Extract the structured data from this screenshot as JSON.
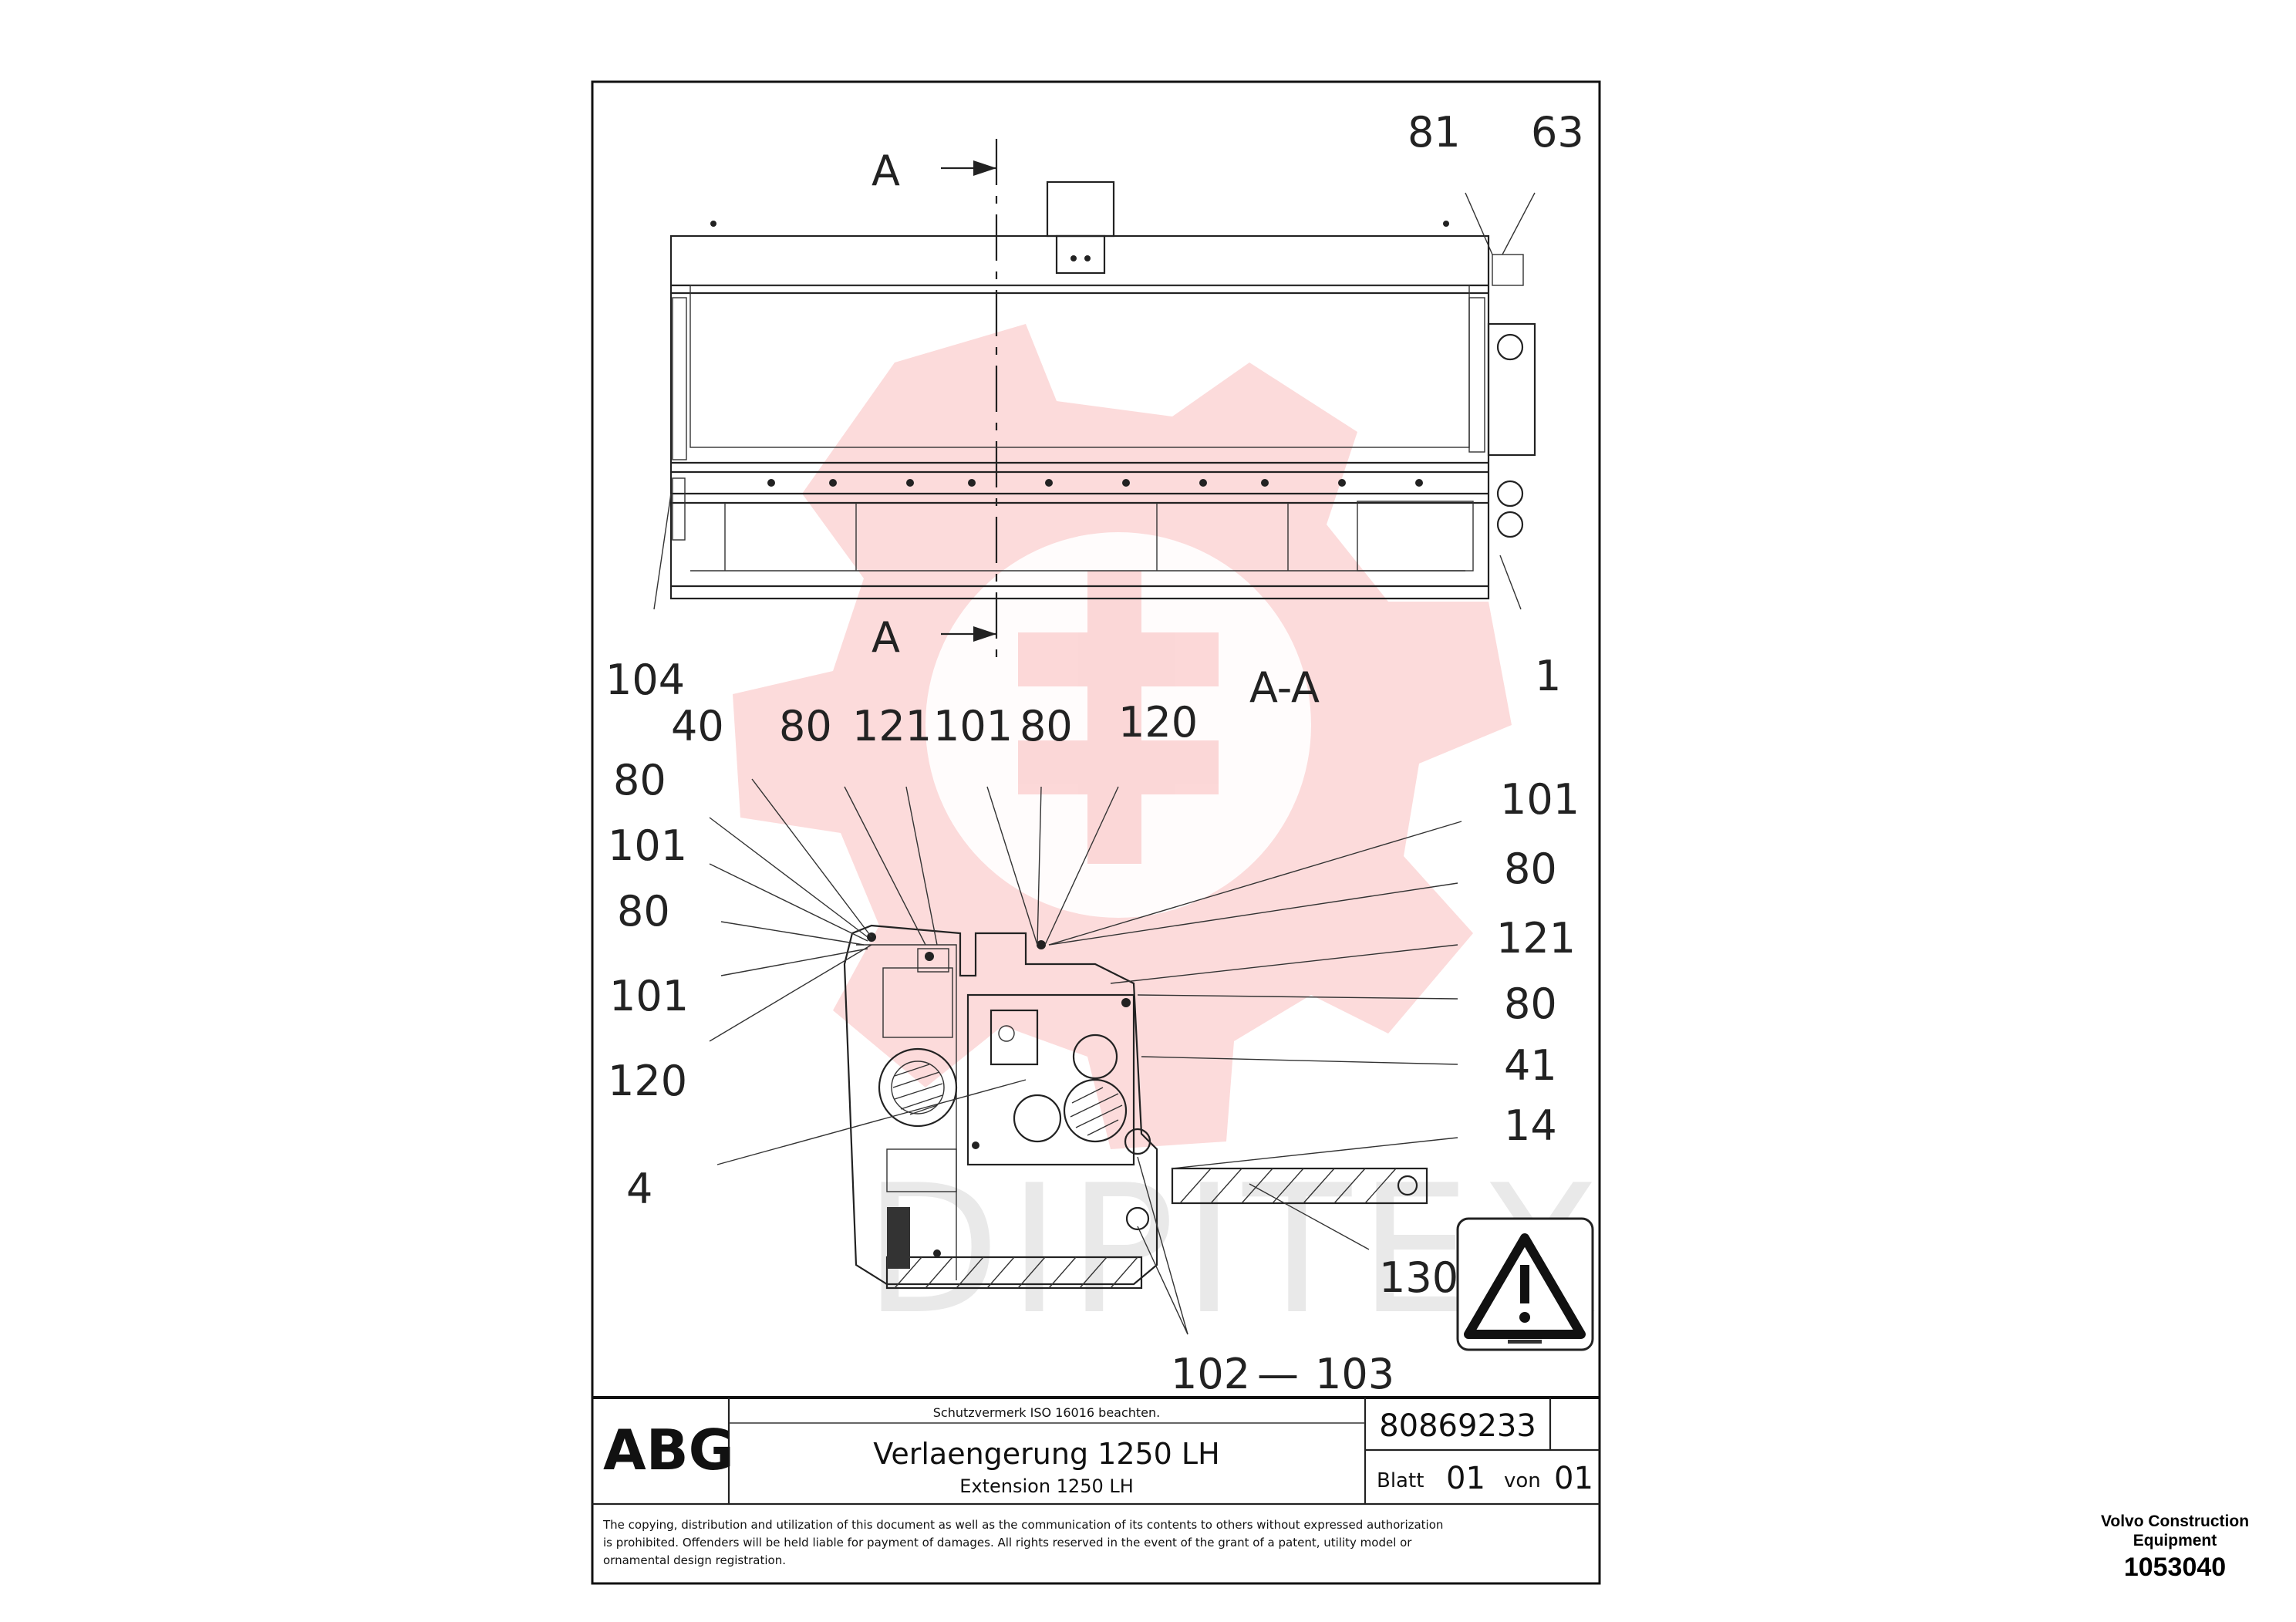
{
  "drawing": {
    "section_marker": "A",
    "section_title": "A-A",
    "callouts_top": [
      "81",
      "63"
    ],
    "callout_left_top": "104",
    "callout_right_top": "1",
    "callouts_upper_row": [
      "40",
      "80",
      "121",
      "101",
      "80",
      "120"
    ],
    "callouts_left": [
      "80",
      "101",
      "80",
      "101",
      "120",
      "4"
    ],
    "callouts_right": [
      "101",
      "80",
      "121",
      "80",
      "41",
      "14"
    ],
    "callout_bottom_right": "130",
    "callouts_bottom": [
      "102",
      "103"
    ],
    "bottom_separator": "—",
    "watermark_text": "DIPITEX",
    "warning_icon": "warning-triangle-icon"
  },
  "title_block": {
    "company_logo": "ABG",
    "protection_note": "Schutzvermerk ISO 16016 beachten.",
    "title_de": "Verlaengerung 1250 LH",
    "title_en": "Extension 1250 LH",
    "drawing_number": "80869233",
    "sheet_label": "Blatt",
    "sheet_number": "01",
    "of_label": "von",
    "sheet_total": "01",
    "copyright_line1": "The copying, distribution and utilization of this document as well as the communication of its contents to others without expressed authorization",
    "copyright_line2": "is prohibited. Offenders will be held liable for payment of damages. All rights reserved in the event of the grant of a patent, utility model or",
    "copyright_line3": "ornamental design registration."
  },
  "corner_label": {
    "brand_line1": "Volvo Construction",
    "brand_line2": "Equipment",
    "code": "1053040"
  },
  "colors": {
    "watermark_red": "#f05a5a",
    "line": "#222222",
    "background": "#ffffff"
  }
}
